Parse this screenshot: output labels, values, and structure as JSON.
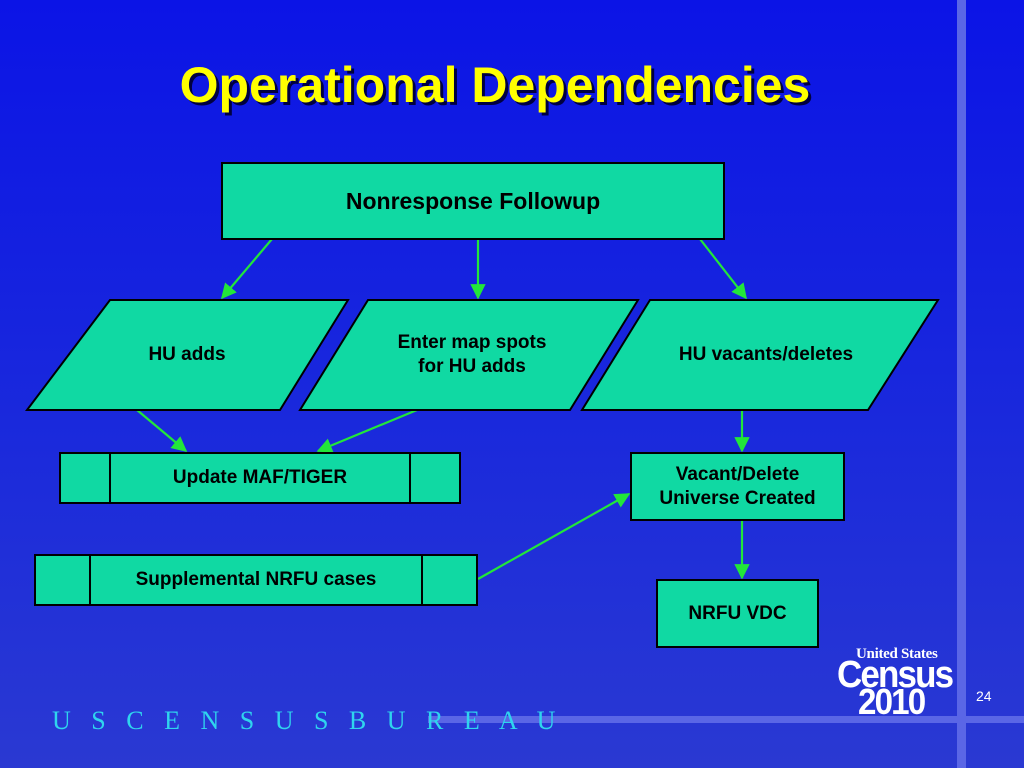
{
  "slide": {
    "title": "Operational Dependencies",
    "footer": "U S C E N S U S B U R E A U",
    "page_number": "24",
    "logo": {
      "line1": "United States",
      "line2": "Census",
      "line3": "2010"
    }
  },
  "colors": {
    "background": "#0b14e6",
    "box_fill": "#10d9a3",
    "arrow": "#22e63a",
    "title": "#ffff00",
    "footer_text": "#2fd4ee",
    "accent_bar": "#5a66e6"
  },
  "diagram": {
    "nodes": [
      {
        "id": "nrfu",
        "shape": "rectangle",
        "label": "Nonresponse Followup"
      },
      {
        "id": "hu_adds",
        "shape": "parallelogram",
        "label": "HU adds"
      },
      {
        "id": "map_spots",
        "shape": "parallelogram",
        "label": "Enter map spots\nfor HU adds"
      },
      {
        "id": "hu_vacants",
        "shape": "parallelogram",
        "label": "HU vacants/deletes"
      },
      {
        "id": "update_maf",
        "shape": "predefined-process",
        "label": "Update MAF/TIGER"
      },
      {
        "id": "supp_nrfu",
        "shape": "predefined-process",
        "label": "Supplemental NRFU cases"
      },
      {
        "id": "vacant_universe",
        "shape": "rectangle",
        "label": "Vacant/Delete\nUniverse Created"
      },
      {
        "id": "nrfu_vdc",
        "shape": "rectangle",
        "label": "NRFU VDC"
      }
    ],
    "edges": [
      {
        "from": "nrfu",
        "to": "hu_adds"
      },
      {
        "from": "nrfu",
        "to": "map_spots"
      },
      {
        "from": "nrfu",
        "to": "hu_vacants"
      },
      {
        "from": "hu_adds",
        "to": "update_maf"
      },
      {
        "from": "map_spots",
        "to": "update_maf"
      },
      {
        "from": "hu_vacants",
        "to": "vacant_universe"
      },
      {
        "from": "supp_nrfu",
        "to": "vacant_universe"
      },
      {
        "from": "vacant_universe",
        "to": "nrfu_vdc"
      }
    ]
  }
}
